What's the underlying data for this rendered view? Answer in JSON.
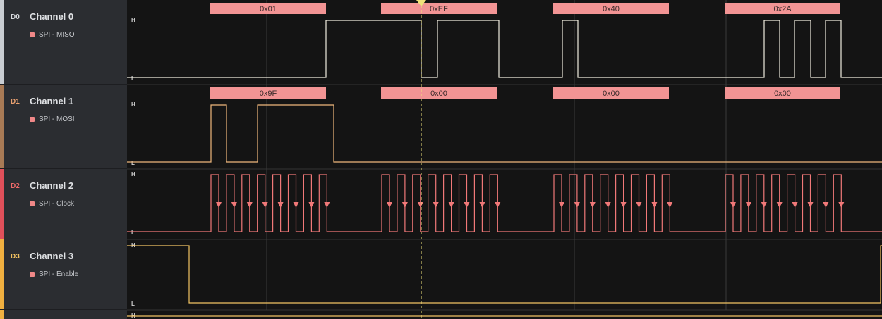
{
  "channels": [
    {
      "id": "D0",
      "name": "Channel 0",
      "analyzer": "SPI - MISO",
      "color": "#e8e4dc",
      "accent": "#c9cdd2"
    },
    {
      "id": "D1",
      "name": "Channel 1",
      "analyzer": "SPI - MOSI",
      "color": "#e8a070",
      "accent": "#a87a55"
    },
    {
      "id": "D2",
      "name": "Channel 2",
      "analyzer": "SPI - Clock",
      "color": "#f06a6a",
      "accent": "#e0505a"
    },
    {
      "id": "D3",
      "name": "Channel 3",
      "analyzer": "SPI - Enable",
      "color": "#f0c060",
      "accent": "#f0b040"
    }
  ],
  "level_labels": {
    "high": "H",
    "low": "L"
  },
  "decoded": {
    "miso": [
      "0x01",
      "0xEF",
      "0x40",
      "0x2A"
    ],
    "mosi": [
      "0x9F",
      "0x00",
      "0x00",
      "0x00"
    ]
  },
  "colors": {
    "packet": "#f29494",
    "miso_wave": "#f1eddf",
    "mosi_wave": "#efb87c",
    "clock_wave": "#f07878",
    "enable_wave": "#f2c463",
    "cursor": "#f0e27a",
    "grid": "#3c3c3c"
  }
}
